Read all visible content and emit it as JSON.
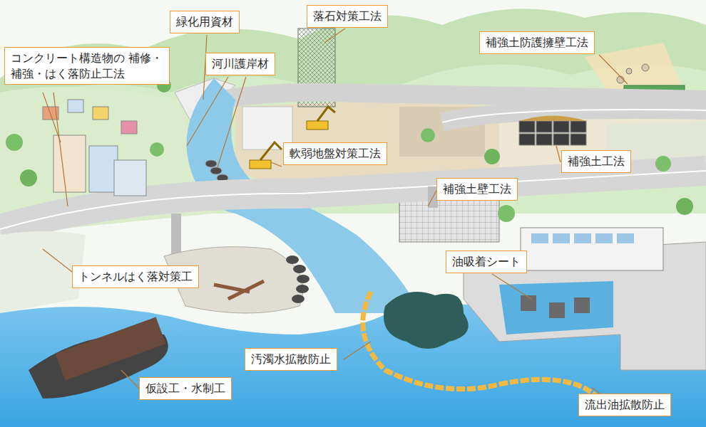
{
  "diagram": {
    "nodes": [
      {
        "text": [
          "緑化用資材"
        ]
      },
      {
        "text": [
          "落石対策工法"
        ]
      },
      {
        "text": [
          "補強土防護擁壁工法"
        ]
      },
      {
        "text": [
          "コンクリート構造物の 補修・補強・はく落防止工法"
        ]
      },
      {
        "text": [
          "河川護岸材"
        ]
      },
      {
        "text": [
          "軟弱地盤対策工法"
        ]
      },
      {
        "text": [
          "補強土工法"
        ]
      },
      {
        "text": [
          "補強土壁工法"
        ]
      },
      {
        "text": [
          "油吸着シート"
        ]
      },
      {
        "text": [
          "トンネルはく落対策工"
        ]
      },
      {
        "text": [
          "汚濁水拡散防止"
        ]
      },
      {
        "text": [
          "仮設工・水制工"
        ]
      },
      {
        "text": [
          "流出油拡散防止"
        ]
      }
    ]
  }
}
